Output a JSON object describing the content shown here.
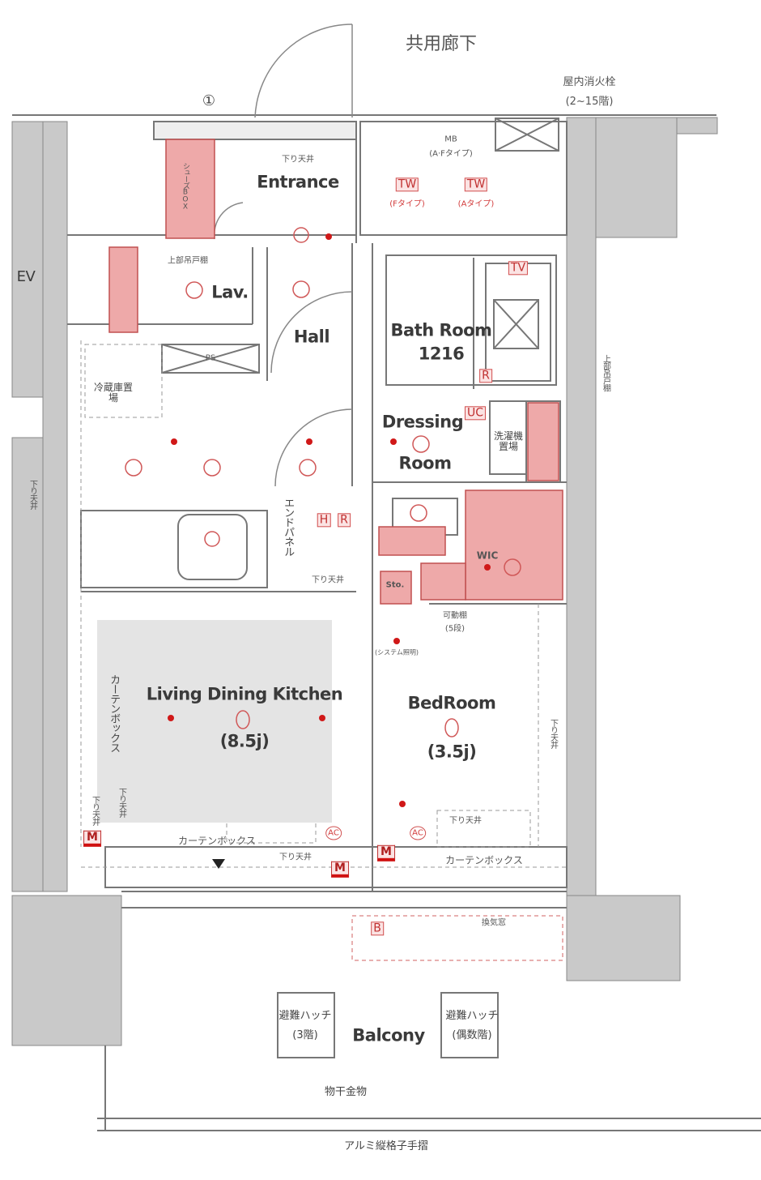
{
  "corridor": "共用廊下",
  "hydrant": {
    "label": "屋内消火栓",
    "floors": "(2~15階)"
  },
  "meter_mark": "①",
  "ev": "EV",
  "entrance": {
    "ceiling": "下り天井",
    "name": "Entrance"
  },
  "shoes_box": "シューズBOX",
  "mb": {
    "name": "MB",
    "type": "(A·Fタイプ)",
    "tw": "TW",
    "tw_f": "(Fタイプ)",
    "tw_a": "(Aタイプ)"
  },
  "lav": {
    "name": "Lav.",
    "cabinet": "上部吊戸棚"
  },
  "hall": "Hall",
  "ps": "PS",
  "fridge": "冷蔵庫置場",
  "bath": {
    "name": "Bath Room",
    "size": "1216",
    "tv": "TV",
    "r": "R",
    "uc": "UC"
  },
  "cabinet_right": "上部吊戸棚",
  "dressing": {
    "name": "Dressing",
    "name2": "Room",
    "washer": "洗濯機置場"
  },
  "ceiling_left": "下り天井",
  "end_panel": "エンドパネル",
  "ceiling_kitchen": "下り天井",
  "hr": {
    "h": "H",
    "r": "R"
  },
  "wic": "WIC",
  "storage": "Sto.",
  "shelf": {
    "label": "可動棚",
    "count": "(5段)"
  },
  "system_light": "(システム照明)",
  "ldk": {
    "name": "Living Dining Kitchen",
    "size": "(8.5j)",
    "curtain_v": "カーテンボックス",
    "ceiling_a": "下り天井",
    "ceiling_b": "下り天井",
    "curtain_h": "カーテンボックス",
    "ceiling_c": "下り天井"
  },
  "bedroom": {
    "name": "BedRoom",
    "size": "(3.5j)",
    "ceiling_right": "下り天井",
    "ceiling_low": "下り天井",
    "curtain": "カーテンボックス"
  },
  "markers": {
    "m": "M",
    "ac": "AC",
    "b": "B"
  },
  "window_label": "換気窓",
  "balcony": {
    "name": "Balcony",
    "hatch": "避難ハッチ",
    "hatch_left": "(3階)",
    "hatch_right": "(偶数階)",
    "dryer": "物干金物",
    "railing": "アルミ縦格子手摺"
  }
}
